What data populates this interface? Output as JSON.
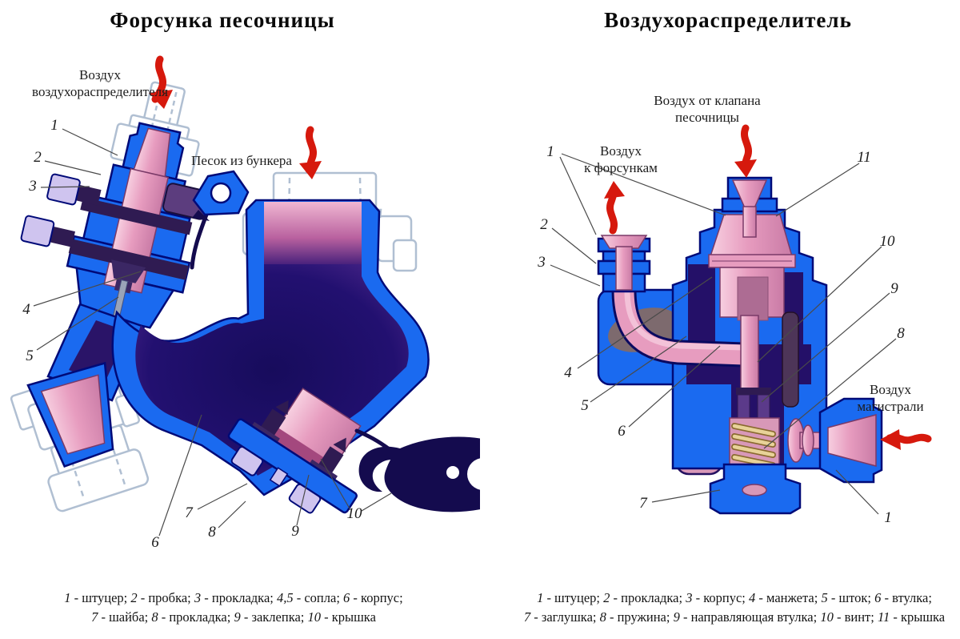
{
  "figures": {
    "left": {
      "title": "Форсунка песочницы",
      "labels": {
        "air": "Воздух\nвоздухораспределителя",
        "sand": "Песок из бункера"
      },
      "callouts": [
        "1",
        "2",
        "3",
        "4",
        "5",
        "6",
        "7",
        "8",
        "9",
        "10"
      ],
      "caption": [
        [
          {
            "n": "1",
            "t": "штуцер"
          },
          {
            "n": "2",
            "t": "пробка"
          },
          {
            "n": "3",
            "t": "прокладка"
          },
          {
            "n": "4,5",
            "t": "сопла"
          },
          {
            "n": "6",
            "t": "корпус"
          }
        ],
        [
          {
            "n": "7",
            "t": "шайба"
          },
          {
            "n": "8",
            "t": "прокладка"
          },
          {
            "n": "9",
            "t": "заклепка"
          },
          {
            "n": "10",
            "t": "крышка"
          }
        ]
      ]
    },
    "right": {
      "title": "Воздухораспределитель",
      "labels": {
        "air_top": "Воздух от клапана\nпесочницы",
        "air_left": "Воздух\nк форсункам",
        "air_main": "Воздух\nмагистрали"
      },
      "callouts": [
        "1",
        "2",
        "3",
        "4",
        "5",
        "6",
        "7",
        "8",
        "9",
        "10",
        "11",
        "1"
      ],
      "caption": [
        [
          {
            "n": "1",
            "t": "штуцер"
          },
          {
            "n": "2",
            "t": "прокладка"
          },
          {
            "n": "3",
            "t": "корпус"
          },
          {
            "n": "4",
            "t": "манжета"
          },
          {
            "n": "5",
            "t": "шток"
          },
          {
            "n": "6",
            "t": "втулка"
          }
        ],
        [
          {
            "n": "7",
            "t": "заглушка"
          },
          {
            "n": "8",
            "t": "пружина"
          },
          {
            "n": "9",
            "t": "направляющая втулка"
          },
          {
            "n": "10",
            "t": "винт"
          },
          {
            "n": "11",
            "t": "крышка"
          }
        ]
      ]
    }
  },
  "colors": {
    "body_blue": "#1a6af0",
    "outline_navy": "#000a78",
    "cavity_navy": "#1a0e62",
    "part_pink": "#e79cbf",
    "part_purple": "#5c3d7e",
    "nut_lavender": "#cfc4ef",
    "spring_tan": "#e5cd90",
    "arrow_red": "#d6190d",
    "ghost_outline": "#b0bfd2"
  }
}
